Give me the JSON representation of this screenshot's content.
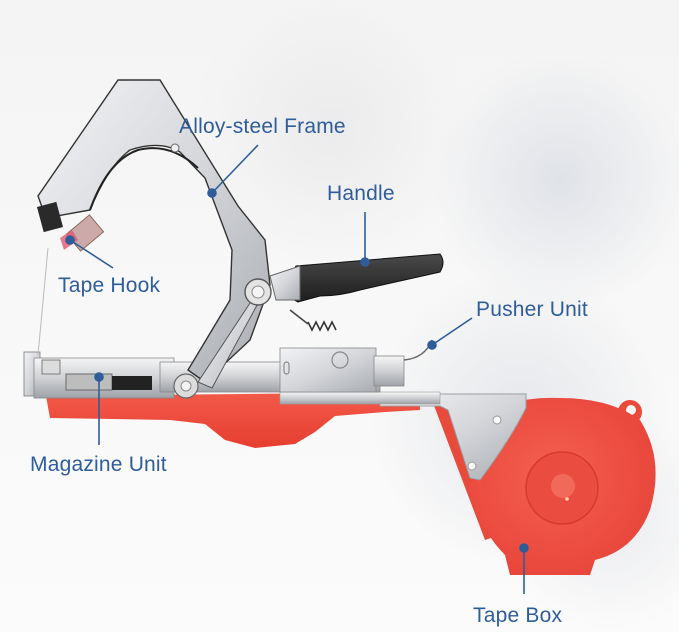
{
  "diagram": {
    "subject": "Plant tape tool (tapener) with labeled parts",
    "accent_color": "#2f5d99",
    "tape_box_color": "#ef4a3c",
    "frame_color": "#c9cbcf",
    "handle_color": "#2b2b2b",
    "labels": {
      "frame": "Alloy-steel Frame",
      "handle": "Handle",
      "tape_hook": "Tape Hook",
      "pusher_unit": "Pusher Unit",
      "magazine_unit": "Magazine Unit",
      "tape_box": "Tape Box"
    }
  }
}
